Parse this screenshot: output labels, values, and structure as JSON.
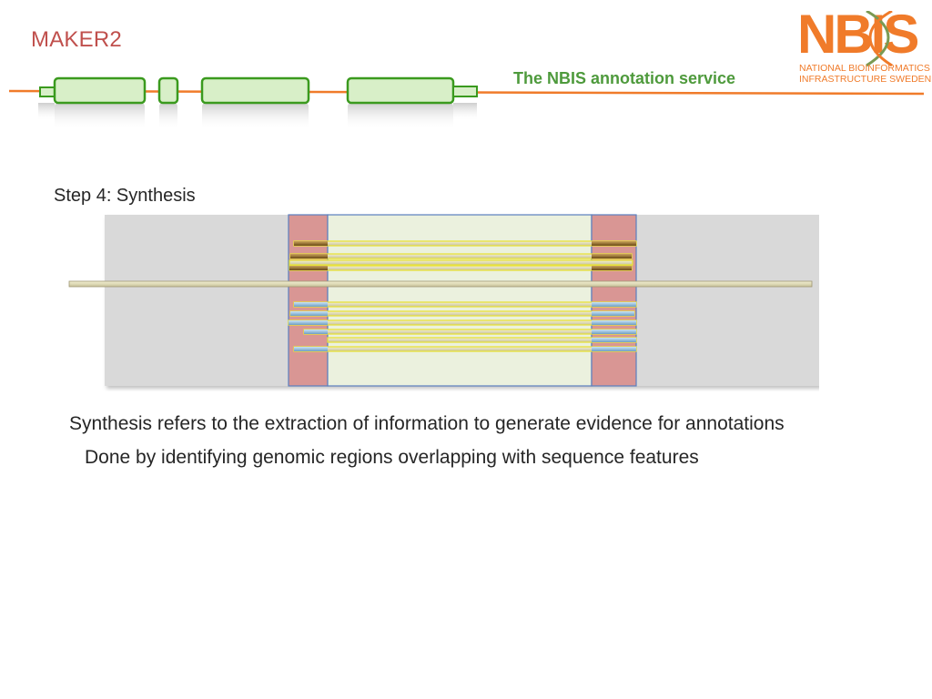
{
  "header": {
    "title": "MAKER2",
    "subtitle": "The NBIS annotation service"
  },
  "logo": {
    "word": "NBIS",
    "line1": "NATIONAL BIOINFORMATICS",
    "line2": "INFRASTRUCTURE SWEDEN"
  },
  "colors": {
    "title": "#c0504d",
    "subtitle": "#4e9a3c",
    "logo": "#f07b2a",
    "exon_fill": "#d8efc8",
    "exon_border": "#3a9a1e",
    "band_red": "#d99694",
    "band_green": "#ebf1de",
    "panel_grey": "#d9d9d9"
  },
  "diagram": {
    "step_label": "Step 4: Synthesis",
    "upper_features": 4,
    "lower_features": 6
  },
  "body": {
    "line1": "Synthesis refers to the extraction of information to generate evidence for annotations",
    "line2": "Done by identifying genomic regions overlapping with sequence features"
  }
}
